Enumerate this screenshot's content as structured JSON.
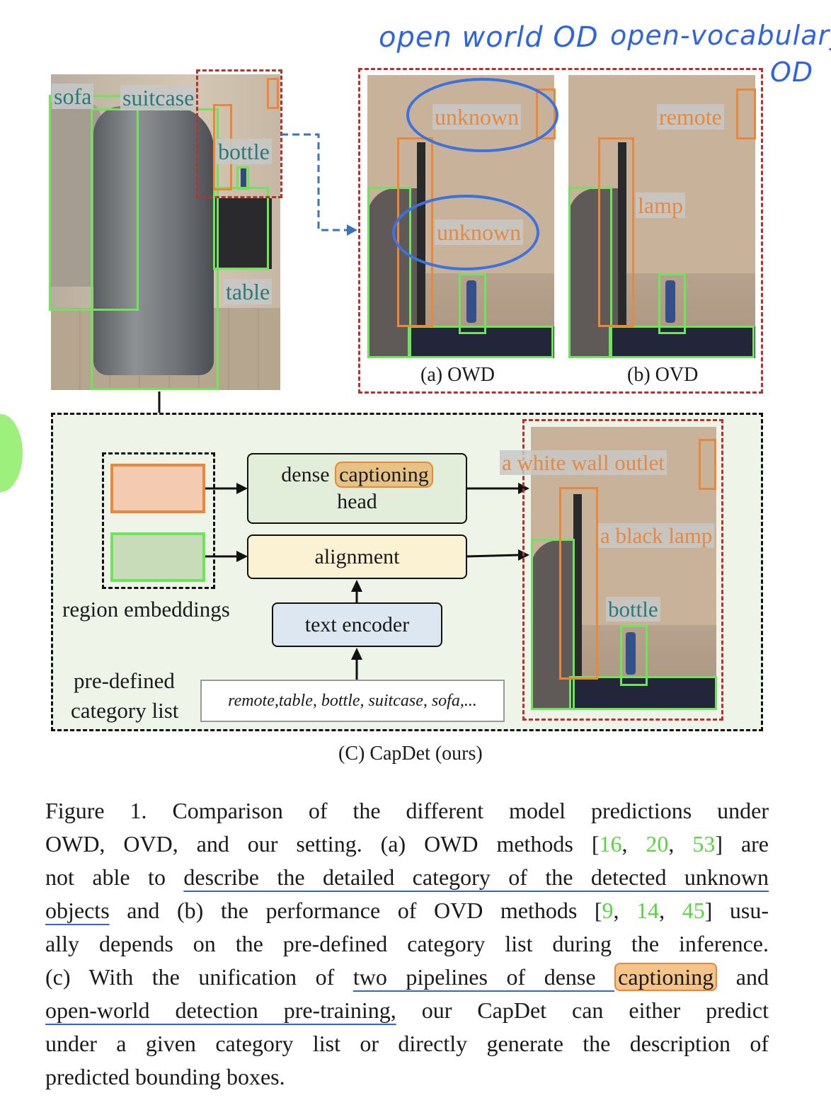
{
  "annotations": {
    "open_world": "open world OD",
    "open_vocab_line1": "open-vocabulary",
    "open_vocab_line2": "OD"
  },
  "left_image": {
    "labels": {
      "sofa": "sofa",
      "suitcase": "suitcase",
      "bottle": "bottle",
      "table": "table"
    }
  },
  "panel_a": {
    "labels": [
      "unknown",
      "unknown"
    ],
    "caption": "(a) OWD"
  },
  "panel_b": {
    "labels": [
      "remote",
      "lamp"
    ],
    "caption": "(b) OVD"
  },
  "pipeline": {
    "dense_caption_head": {
      "word1": "dense",
      "word2": "captioning",
      "word3": "head"
    },
    "alignment": "alignment",
    "text_encoder": "text encoder",
    "region_embeddings": "region embeddings",
    "category_list_label_line1": "pre-defined",
    "category_list_label_line2": "category list",
    "category_list_text": "remote,table, bottle, suitcase, sofa,...",
    "output_labels": {
      "outlet": "a white wall outlet",
      "lamp": "a black lamp",
      "bottle": "bottle"
    },
    "caption": "(C) CapDet (ours)"
  },
  "figure_caption": {
    "line1": "Figure 1.  Comparison of the different model predictions under",
    "line2_a": "OWD, OVD, and our setting.  (a) OWD methods [",
    "line2_c1": "16",
    "line2_c2": "20",
    "line2_c3": "53",
    "line2_b": "] are",
    "line3_a": "not able to ",
    "line3_u": "describe the detailed category of the detected unknown",
    "line4_u": "objects",
    "line4_a": " and (b) the performance of OVD methods [",
    "line4_c1": "9",
    "line4_c2": "14",
    "line4_c3": "45",
    "line4_b": "] usu-",
    "line5": "ally depends on the pre-defined category list during the inference.",
    "line6_a": "(c) With the unification of ",
    "line6_u": "two pipelines of dense ",
    "line6_hl": "captioning",
    "line6_b": " and",
    "line7_u": "open-world detection pre-training,",
    "line7_a": " our CapDet can either predict",
    "line8": "under a given category list or directly generate the description of",
    "line9": "predicted bounding boxes."
  }
}
